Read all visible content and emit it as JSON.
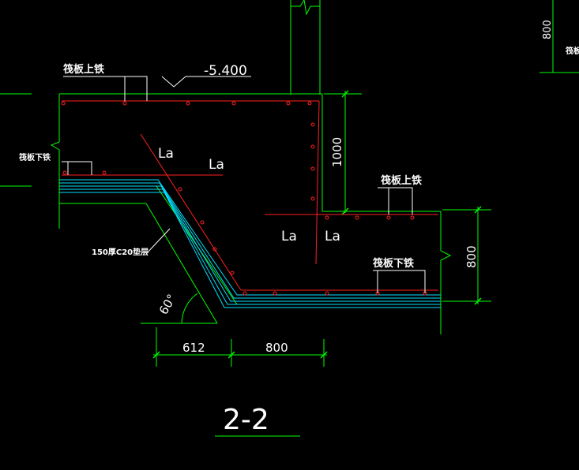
{
  "colors": {
    "background": "#000000",
    "structure": "#00ff00",
    "rebar": "#ff2020",
    "leader": "#ffffff",
    "blinding": "#00e0ff",
    "text": "#ffffff"
  },
  "labels": {
    "top_rebar_left": "筏板上铁",
    "elevation": "-5.400",
    "bottom_rebar_small": "筏板下铁",
    "la_1": "La",
    "la_2": "La",
    "la_3": "La",
    "la_4": "La",
    "dim_1000": "1000",
    "top_rebar_right": "筏板上铁",
    "bottom_rebar_right": "筏板下铁",
    "dim_800_right": "800",
    "blinding_layer": "150厚C20垫层",
    "angle": "60°",
    "dim_612": "612",
    "dim_800_bottom": "800",
    "section_title": "2-2",
    "dim_800_top_right": "800",
    "top_right_small": "筏板"
  }
}
